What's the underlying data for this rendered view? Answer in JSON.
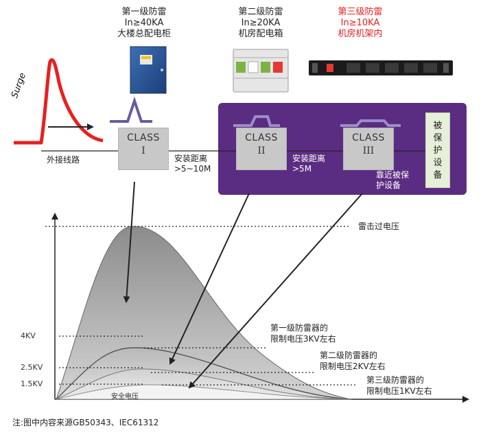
{
  "headers": {
    "level1": [
      "第一级防雷",
      "In≥40KA",
      "大楼总配电柜"
    ],
    "level2": [
      "第二级防雷",
      "In≥20KA",
      "机房配电箱"
    ],
    "level3": [
      "第三级防雷",
      "In≥10KA",
      "机房机架内"
    ]
  },
  "surge_label": "Surge",
  "external_line_label": "外接线路",
  "classes": [
    {
      "name": "CLASS",
      "roman": "I"
    },
    {
      "name": "CLASS",
      "roman": "II"
    },
    {
      "name": "CLASS",
      "roman": "III"
    }
  ],
  "distance1": [
    "安装距离",
    ">5~10M"
  ],
  "distance2": [
    "安装距离",
    ">5M"
  ],
  "near_label": [
    "靠近被保",
    "护设备"
  ],
  "protected_device": [
    "被",
    "保",
    "护",
    "设",
    "备"
  ],
  "colors": {
    "purple": "#5b2d82",
    "surge_red": "#e8201f",
    "pulse_purple": "#6a5a9e",
    "class_box": "#c8c8c8",
    "red_header": "#e8201f"
  },
  "chart": {
    "y_ticks": [
      "4KV",
      "2.5KV",
      "1.5KV"
    ],
    "lightning_label": "雷击过电压",
    "level1_note": [
      "第一级防雷器的",
      "限制电压3KV左右"
    ],
    "level2_note": [
      "第二级防雷器的",
      "限制电压2KV左右"
    ],
    "level3_note": [
      "第三级防雷器的",
      "限制电压1KV左右"
    ],
    "safe_label": "安全电压"
  },
  "footnote": "注:图中内容来源GB50343、IEC61312"
}
